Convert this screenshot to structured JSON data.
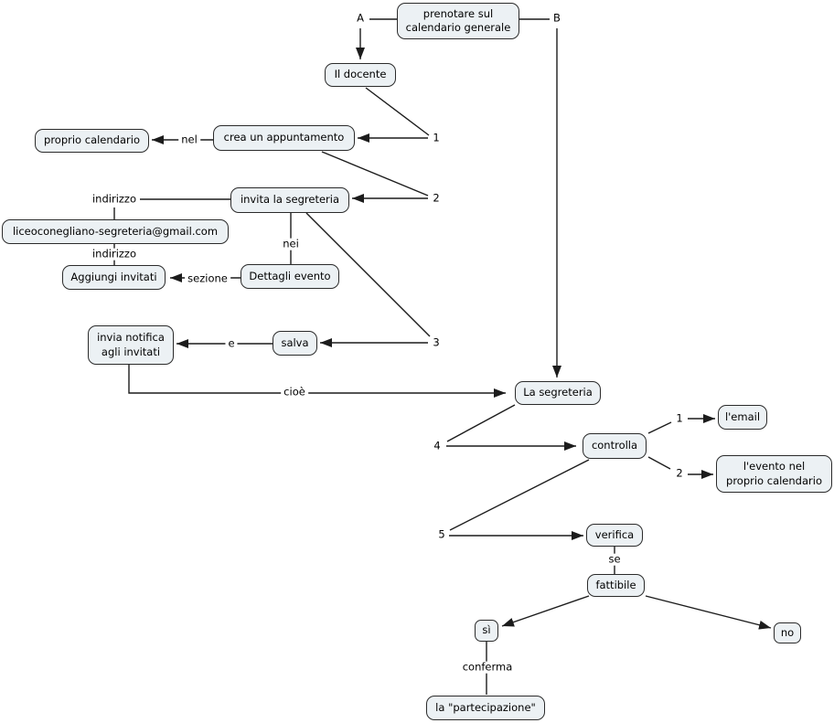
{
  "title": "prenotare sul calendario generale",
  "colors": {
    "background": "#ffffff",
    "node_fill": "#ecf1f4",
    "node_border": "#2b2b2b",
    "line": "#1c1c1c",
    "text": "#000000"
  },
  "nodes": {
    "prenotare": "prenotare sul\ncalendario generale",
    "docente": "Il docente",
    "proprio_calendario": "proprio calendario",
    "crea_appuntamento": "crea un appuntamento",
    "invita_segreteria": "invita la segreteria",
    "email": "liceoconegliano-segreteria@gmail.com",
    "aggiungi_invitati": "Aggiungi invitati",
    "dettagli_evento": "Dettagli evento",
    "invia_notifica": "invia notifica\nagli invitati",
    "salva": "salva",
    "la_segreteria": "La segreteria",
    "controlla": "controlla",
    "lemail": "l'email",
    "levento": "l'evento nel\nproprio calendario",
    "verifica": "verifica",
    "fattibile": "fattibile",
    "si": "sì",
    "no": "no",
    "partecipazione": "la \"partecipazione\""
  },
  "labels": {
    "a": "A",
    "b": "B",
    "n1": "1",
    "n2": "2",
    "n3": "3",
    "n4": "4",
    "n5": "5",
    "n1b": "1",
    "n2b": "2",
    "nel": "nel",
    "indirizzo1": "indirizzo",
    "indirizzo2": "indirizzo",
    "nei": "nei",
    "sezione": "sezione",
    "e": "e",
    "cioe": "cioè",
    "se": "se",
    "conferma": "conferma"
  }
}
